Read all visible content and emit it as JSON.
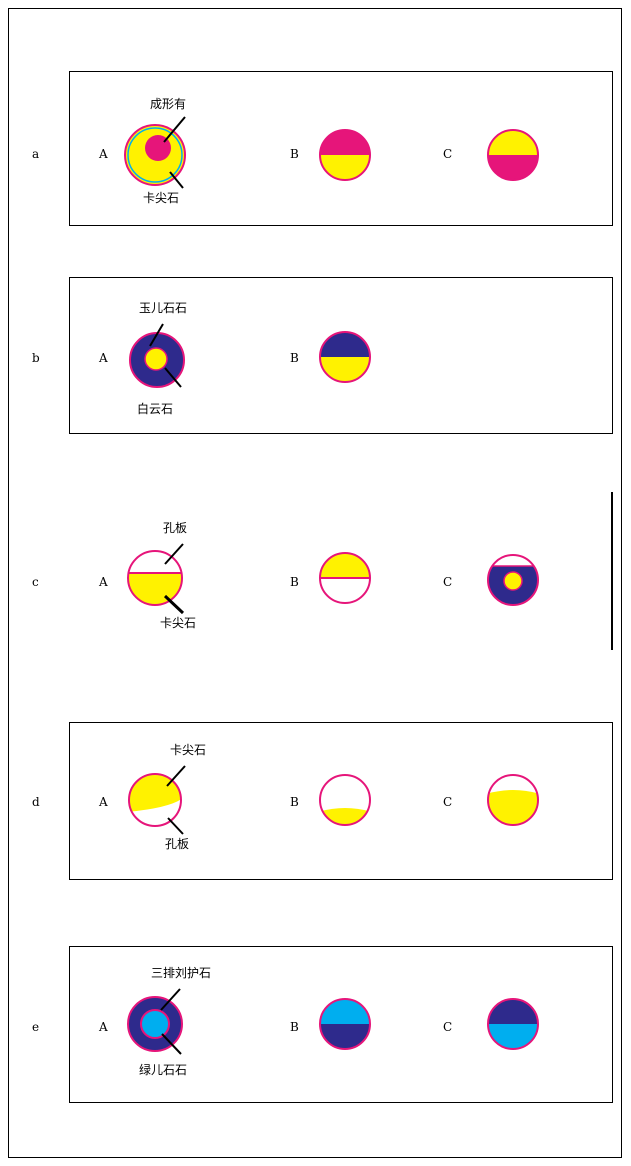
{
  "colors": {
    "magenta": "#e6157a",
    "yellow": "#fff200",
    "navy": "#2e2a8c",
    "cyan": "#00aeef",
    "white": "#ffffff",
    "outline": "#e6157a"
  },
  "rows": [
    {
      "label": "a",
      "options": [
        "A",
        "B",
        "C"
      ],
      "annotations": {
        "top": "成形有",
        "bottom": "卡尖石"
      }
    },
    {
      "label": "b",
      "options": [
        "A",
        "B"
      ],
      "annotations": {
        "top": "玉儿石石",
        "bottom": "白云石"
      }
    },
    {
      "label": "c",
      "options": [
        "A",
        "B",
        "C"
      ],
      "annotations": {
        "top": "孔板",
        "bottom": "卡尖石"
      }
    },
    {
      "label": "d",
      "options": [
        "A",
        "B",
        "C"
      ],
      "annotations": {
        "top": "卡尖石",
        "bottom": "孔板"
      }
    },
    {
      "label": "e",
      "options": [
        "A",
        "B",
        "C"
      ],
      "annotations": {
        "top": "三排刘护石",
        "bottom": "绿儿石石"
      }
    }
  ]
}
